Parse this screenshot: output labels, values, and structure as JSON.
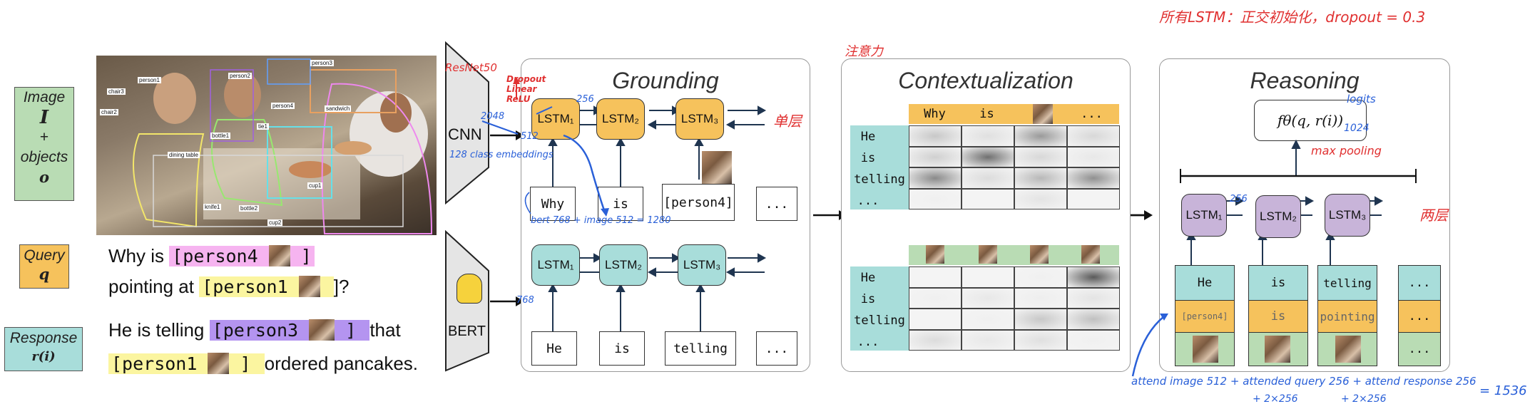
{
  "left": {
    "image_box": {
      "title": "Image",
      "symbol": "I",
      "plus": "+",
      "objects": "objects",
      "obj_symbol": "o"
    },
    "query_box": {
      "title": "Query",
      "symbol": "q"
    },
    "response_box": {
      "title": "Response",
      "symbol": "r(i)"
    },
    "query_text": {
      "line1_pre": "Why is",
      "tag1": "[person4",
      "tag1_close": "]",
      "line2_pre": "pointing at",
      "tag2": "[person1",
      "tag2_close": "]?"
    },
    "response_text": {
      "line1_pre": "He is telling",
      "tag1": "[person3",
      "tag1_close": "]",
      "line1_post": "that",
      "tag2": "[person1",
      "tag2_close": "]",
      "line2_post": "ordered pancakes."
    },
    "photo_labels": [
      "person1",
      "person2",
      "person3",
      "person4",
      "chair2",
      "chair3",
      "bottle1",
      "bottle2",
      "dining table",
      "knife1",
      "cup1",
      "cup2",
      "sandwich",
      "tie1"
    ]
  },
  "encoders": {
    "cnn": "CNN",
    "bert": "BERT"
  },
  "grounding": {
    "title": "Grounding",
    "top_lstms": [
      "LSTM₁",
      "LSTM₂",
      "LSTM₃"
    ],
    "top_inputs": [
      "Why",
      "is",
      "[person4]",
      "..."
    ],
    "bottom_lstms": [
      "LSTM₁",
      "LSTM₂",
      "LSTM₃"
    ],
    "bottom_inputs": [
      "He",
      "is",
      "telling",
      "..."
    ]
  },
  "contextualization": {
    "title": "Contextualization",
    "top_cols": [
      "Why",
      "is",
      "",
      "..."
    ],
    "top_rows": [
      "He",
      "is",
      "telling",
      "..."
    ],
    "bottom_rows": [
      "He",
      "is",
      "telling",
      "..."
    ]
  },
  "reasoning": {
    "title": "Reasoning",
    "formula": "fθ(q, r(i))",
    "lstms": [
      "LSTM₁",
      "LSTM₂",
      "LSTM₃"
    ],
    "columns": [
      {
        "teal": "He",
        "orange": "[person4]"
      },
      {
        "teal": "is",
        "orange": "is"
      },
      {
        "teal": "telling",
        "orange": "pointing"
      },
      {
        "teal": "...",
        "orange": "..."
      }
    ],
    "last_cell": "..."
  },
  "annotations": {
    "top_note": "所有LSTM：正交初始化，dropout = 0.3",
    "attention": "注意力",
    "resnet": "ResNet50",
    "dropout_note": [
      "Dropout",
      "Linear",
      "ReLU"
    ],
    "n2048": "2048",
    "n256a": "256",
    "n512": "512",
    "class_emb": "128 class embeddings",
    "bert_img": "bert 768 + image 512 = 1280",
    "n768": "768",
    "single_layer": "单层",
    "two_layers": "两层",
    "n256b": "256",
    "logits": "logits",
    "n1024": "1024",
    "maxpool": "max pooling",
    "bottom_line1": "attend image 512 + attended query 256 + attend response 256",
    "bottom_line2a": "+ 2×256",
    "bottom_line2b": "+ 2×256",
    "total": "= 1536"
  },
  "colors": {
    "orange": "#f6c25c",
    "teal": "#a8ddda",
    "purple": "#c8b4d9",
    "image_green": "#b9dcb4",
    "red_note": "#e03030",
    "blue_note": "#2a60d8",
    "tag_pink": "#f6b4f0",
    "tag_yellow": "#fbf5a0",
    "tag_purple": "#b494f0"
  }
}
